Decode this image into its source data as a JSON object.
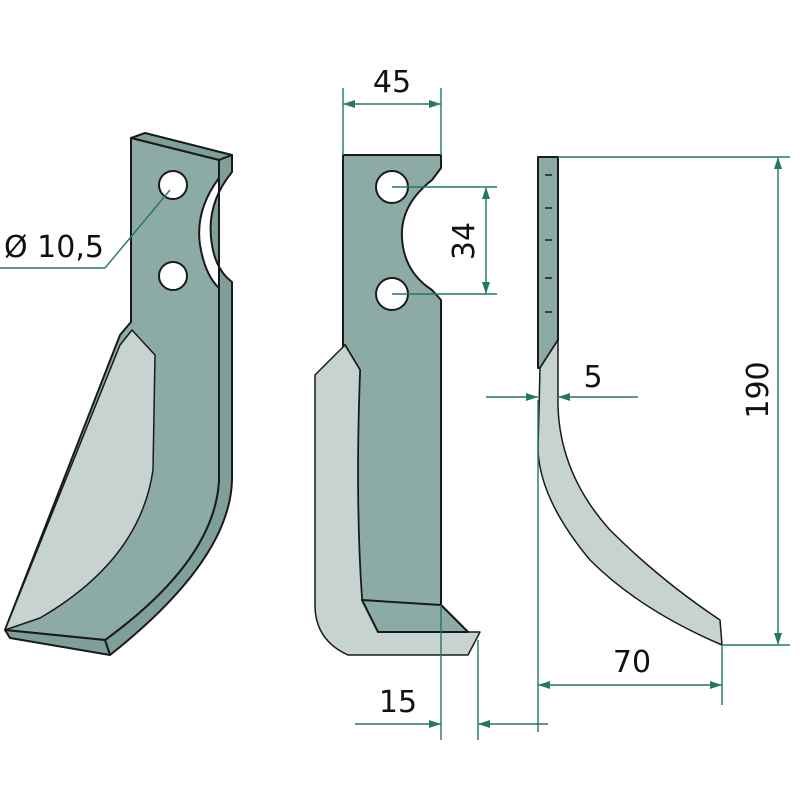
{
  "dimensions": {
    "hole_diameter": "Ø 10,5",
    "width": "45",
    "hole_spacing": "34",
    "thickness": "5",
    "height": "190",
    "offset": "70",
    "bottom_lip": "15"
  },
  "colors": {
    "blade": "#8caba7",
    "bevel": "#c6d3d0",
    "dimension_line": "#237a5a"
  }
}
